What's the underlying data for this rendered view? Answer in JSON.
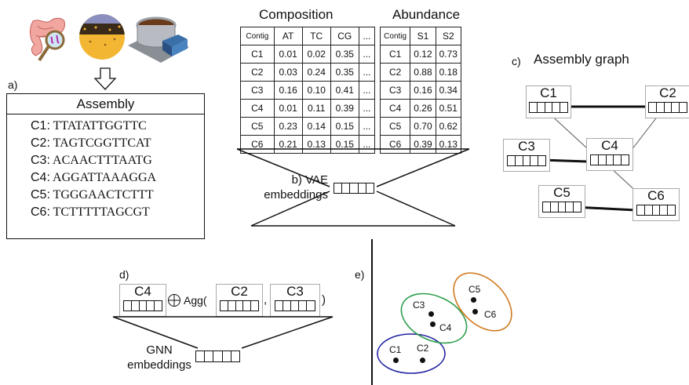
{
  "panel_a": {
    "label": "a)",
    "assembly_title": "Assembly",
    "contigs": [
      {
        "name": "C1:",
        "seq": "TTATATTGGTTC"
      },
      {
        "name": "C2:",
        "seq": "TAGTCGGTTCAT"
      },
      {
        "name": "C3:",
        "seq": "ACAACTTTAATG"
      },
      {
        "name": "C4:",
        "seq": "AGGATTAAAGGA"
      },
      {
        "name": "C5:",
        "seq": "TGGGAACTCTTT"
      },
      {
        "name": "C6:",
        "seq": "TCTTTTTAGCGT"
      }
    ]
  },
  "panel_b": {
    "composition_title": "Composition",
    "abundance_title": "Abundance",
    "composition_headers": [
      "Contig",
      "AT",
      "TC",
      "CG",
      "..."
    ],
    "composition_rows": [
      [
        "C1",
        "0.01",
        "0.02",
        "0.35",
        "..."
      ],
      [
        "C2",
        "0.03",
        "0.24",
        "0.35",
        "..."
      ],
      [
        "C3",
        "0.16",
        "0.10",
        "0.41",
        "..."
      ],
      [
        "C4",
        "0.01",
        "0.11",
        "0.39",
        "..."
      ],
      [
        "C5",
        "0.23",
        "0.14",
        "0.15",
        "..."
      ],
      [
        "C6",
        "0.21",
        "0.13",
        "0.15",
        "..."
      ]
    ],
    "abundance_headers": [
      "Contig",
      "S1",
      "S2"
    ],
    "abundance_rows": [
      [
        "C1",
        "0.12",
        "0.73"
      ],
      [
        "C2",
        "0.88",
        "0.18"
      ],
      [
        "C3",
        "0.16",
        "0.34"
      ],
      [
        "C4",
        "0.26",
        "0.51"
      ],
      [
        "C5",
        "0.70",
        "0.62"
      ],
      [
        "C6",
        "0.39",
        "0.13"
      ]
    ],
    "caption_line1": "b) VAE",
    "caption_line2": "embeddings"
  },
  "panel_c": {
    "label": "c)",
    "title": "Assembly graph",
    "nodes": [
      "C1",
      "C2",
      "C3",
      "C4",
      "C5",
      "C6"
    ]
  },
  "panel_d": {
    "label": "d)",
    "node_c4": "C4",
    "agg_text": "Agg(",
    "node_c2": "C2",
    "comma": ",",
    "node_c3": "C3",
    "close_paren": ")",
    "caption_line1": "GNN",
    "caption_line2": "embeddings"
  },
  "panel_e": {
    "label": "e)",
    "points": [
      "C1",
      "C2",
      "C3",
      "C4",
      "C5",
      "C6"
    ],
    "cluster_colors": {
      "c1c2": "#2020a0",
      "c3c4": "#2e9e4a",
      "c5c6": "#d0781c"
    }
  }
}
